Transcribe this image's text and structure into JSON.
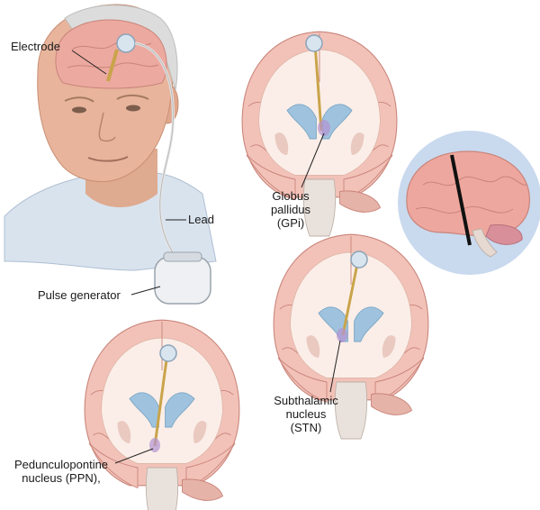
{
  "labels": {
    "electrode": "Electrode",
    "lead": "Lead",
    "pulse_generator": "Pulse generator",
    "gpi": [
      "Globus",
      "pallidus",
      "(GPi)"
    ],
    "stn": [
      "Subthalamic",
      "nucleus",
      "(STN)"
    ],
    "ppn": [
      "Pedunculopontine",
      "nucleus (PPN),"
    ]
  },
  "colors": {
    "brain": "#f2c2b8",
    "brain_outline": "#c9847a",
    "white_matter": "#fbeee8",
    "ventricle": "#9fc3de",
    "lead_wire": "#c9a44a",
    "target": "#b493d1",
    "skin": "#e8b49c",
    "hair": "#dcdcdc",
    "shirt": "#d9e3ee",
    "inset_bg": "#c9d9ee"
  }
}
